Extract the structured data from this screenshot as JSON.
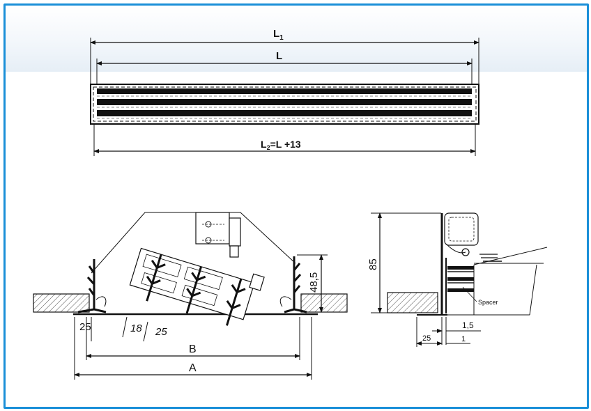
{
  "front_view": {
    "dim_L1_main": "L",
    "dim_L1_sub": "1",
    "dim_L": "L",
    "dim_L2_main": "L",
    "dim_L2_sub": "2",
    "dim_L2_rest": "=L +13"
  },
  "section_view": {
    "dim_25": "25",
    "dim_18": "18",
    "dim_25b": "25",
    "dim_B": "B",
    "dim_A": "A",
    "dim_48_5": "48,5"
  },
  "side_view": {
    "dim_85": "85",
    "label_spacer": "Spacer",
    "dim_1_5": "1,5",
    "dim_25": "25",
    "dim_1": "1"
  },
  "colors": {
    "frame": "#1a8fd8",
    "line": "#111111",
    "hatch": "#555555"
  }
}
